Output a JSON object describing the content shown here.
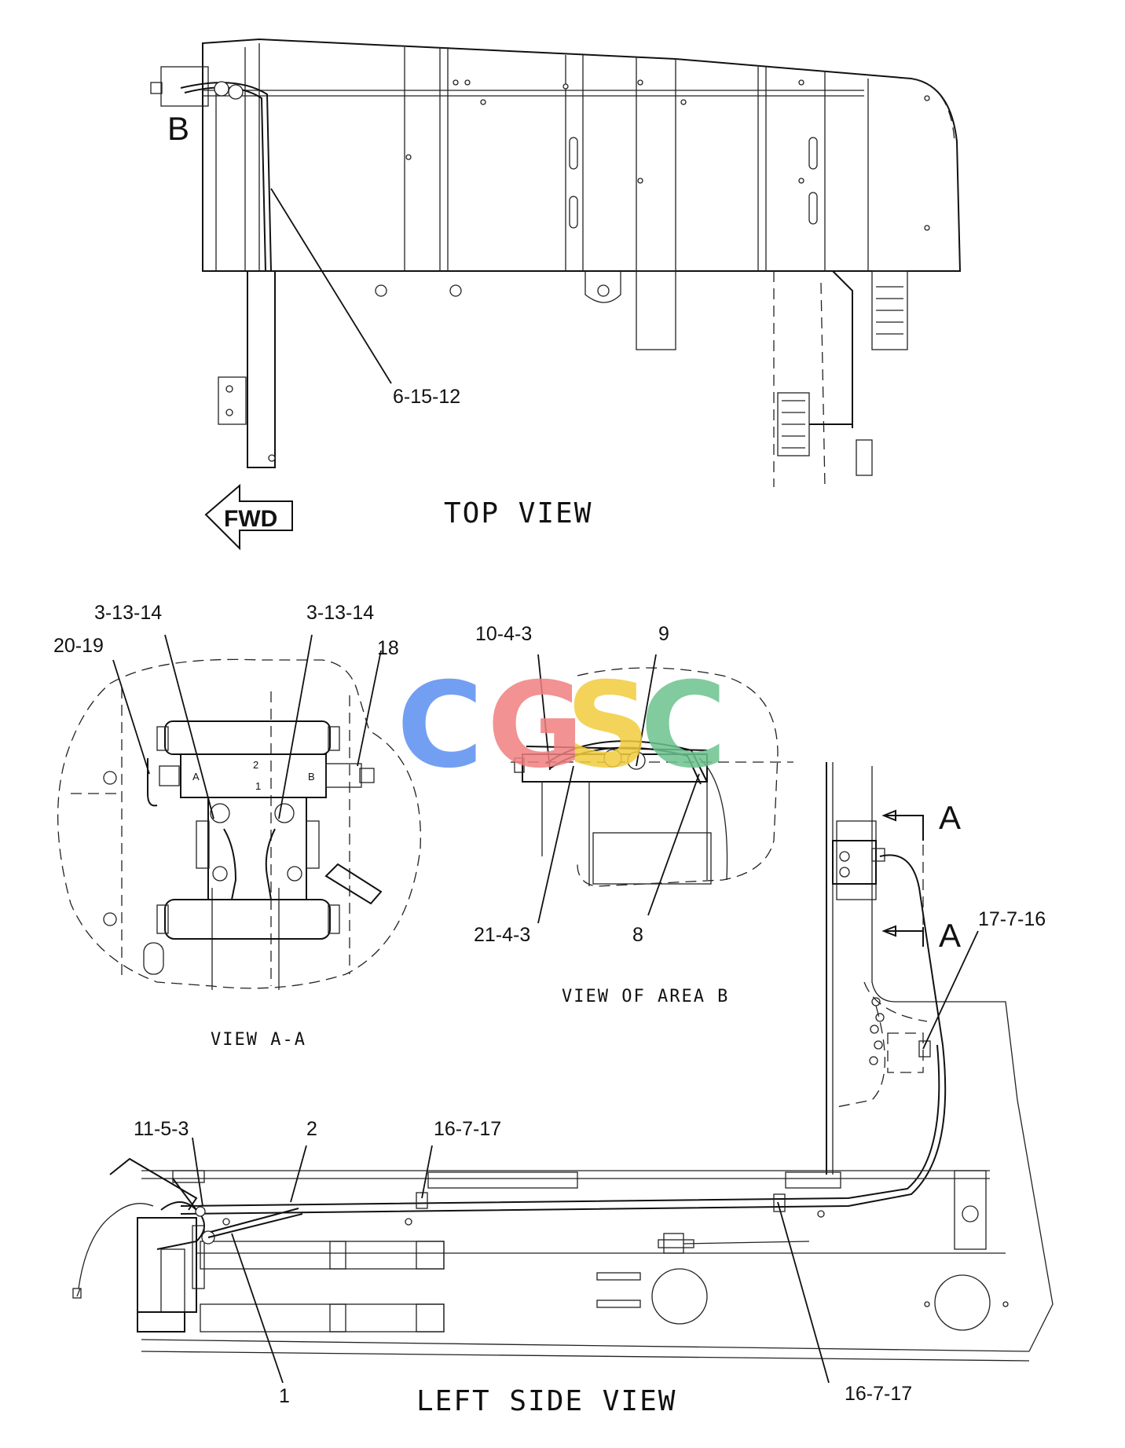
{
  "views": {
    "top": {
      "title": "TOP VIEW",
      "area_marker": "B",
      "fwd_label": "FWD"
    },
    "section_a": {
      "title": "VIEW A-A",
      "port_a": "A",
      "port_b": "B",
      "port_1": "1",
      "port_2": "2"
    },
    "area_b": {
      "title": "VIEW OF AREA B"
    },
    "left_side": {
      "title": "LEFT SIDE VIEW",
      "section_marker_upper": "A",
      "section_marker_lower": "A"
    }
  },
  "callouts": {
    "c_6_15_12": "6-15-12",
    "c_20_19": "20-19",
    "c_3_13_14_left": "3-13-14",
    "c_3_13_14_right": "3-13-14",
    "c_18": "18",
    "c_10_4_3": "10-4-3",
    "c_9": "9",
    "c_21_4_3": "21-4-3",
    "c_8": "8",
    "c_17_7_16": "17-7-16",
    "c_11_5_3": "11-5-3",
    "c_2": "2",
    "c_16_7_17_top": "16-7-17",
    "c_1": "1",
    "c_16_7_17_bottom": "16-7-17"
  },
  "watermark": {
    "letters": [
      "C",
      "G",
      "S",
      "C"
    ],
    "colors": [
      "#5b8ff0",
      "#f08080",
      "#f2cc3d",
      "#6cc38e"
    ]
  }
}
